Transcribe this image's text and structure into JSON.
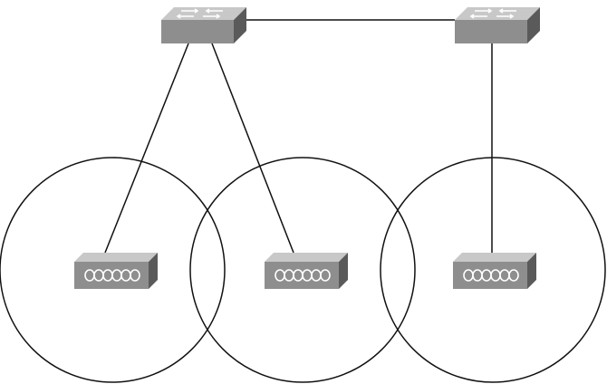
{
  "colors": {
    "background": "#ffffff",
    "line": "#111111",
    "device_top": "#c8c8c8",
    "device_front": "#8e8e8e",
    "device_side": "#5a5a5a",
    "device_marking": "#ffffff"
  },
  "devices": [
    {
      "id": "switch-1",
      "kind": "switch",
      "icon": "switch-icon"
    },
    {
      "id": "switch-2",
      "kind": "switch",
      "icon": "switch-icon"
    },
    {
      "id": "access-point-1",
      "kind": "access-point",
      "icon": "access-point-icon"
    },
    {
      "id": "access-point-2",
      "kind": "access-point",
      "icon": "access-point-icon"
    },
    {
      "id": "access-point-3",
      "kind": "access-point",
      "icon": "access-point-icon"
    }
  ],
  "coverage_cells": [
    {
      "access_point": "access-point-1"
    },
    {
      "access_point": "access-point-2"
    },
    {
      "access_point": "access-point-3"
    }
  ],
  "links": [
    {
      "from": "switch-1",
      "to": "switch-2"
    },
    {
      "from": "switch-1",
      "to": "access-point-1"
    },
    {
      "from": "switch-1",
      "to": "access-point-2"
    },
    {
      "from": "switch-2",
      "to": "access-point-3"
    }
  ]
}
